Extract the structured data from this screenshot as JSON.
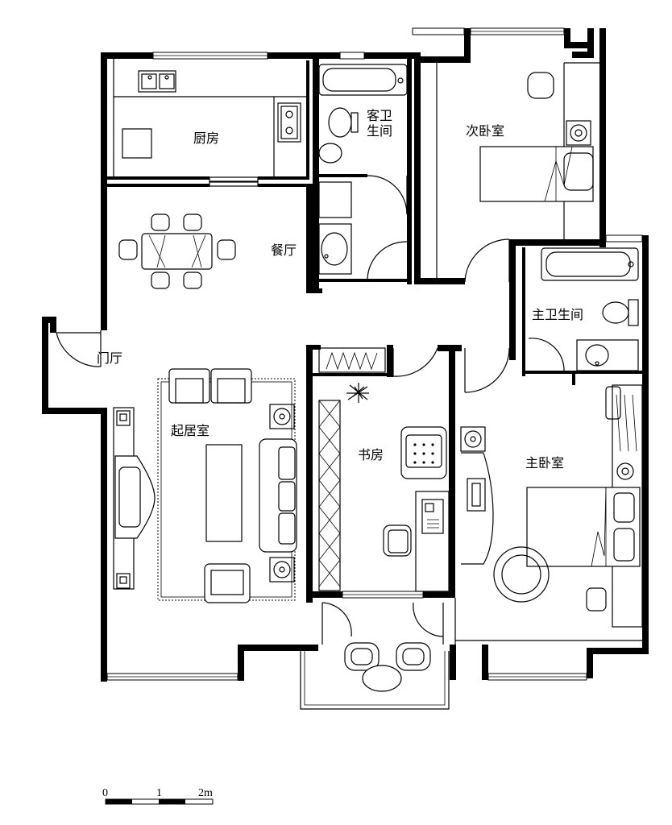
{
  "rooms": {
    "kitchen": "厨房",
    "guest_bath_line1": "客卫",
    "guest_bath_line2": "生间",
    "second_bedroom": "次卧室",
    "dining": "餐厅",
    "master_bath": "主卫生间",
    "entry": "门厅",
    "living": "起居室",
    "study": "书房",
    "master_bedroom": "主卧室"
  },
  "scale_bar": {
    "tick_0": "0",
    "tick_1": "1",
    "tick_2": "2m"
  }
}
